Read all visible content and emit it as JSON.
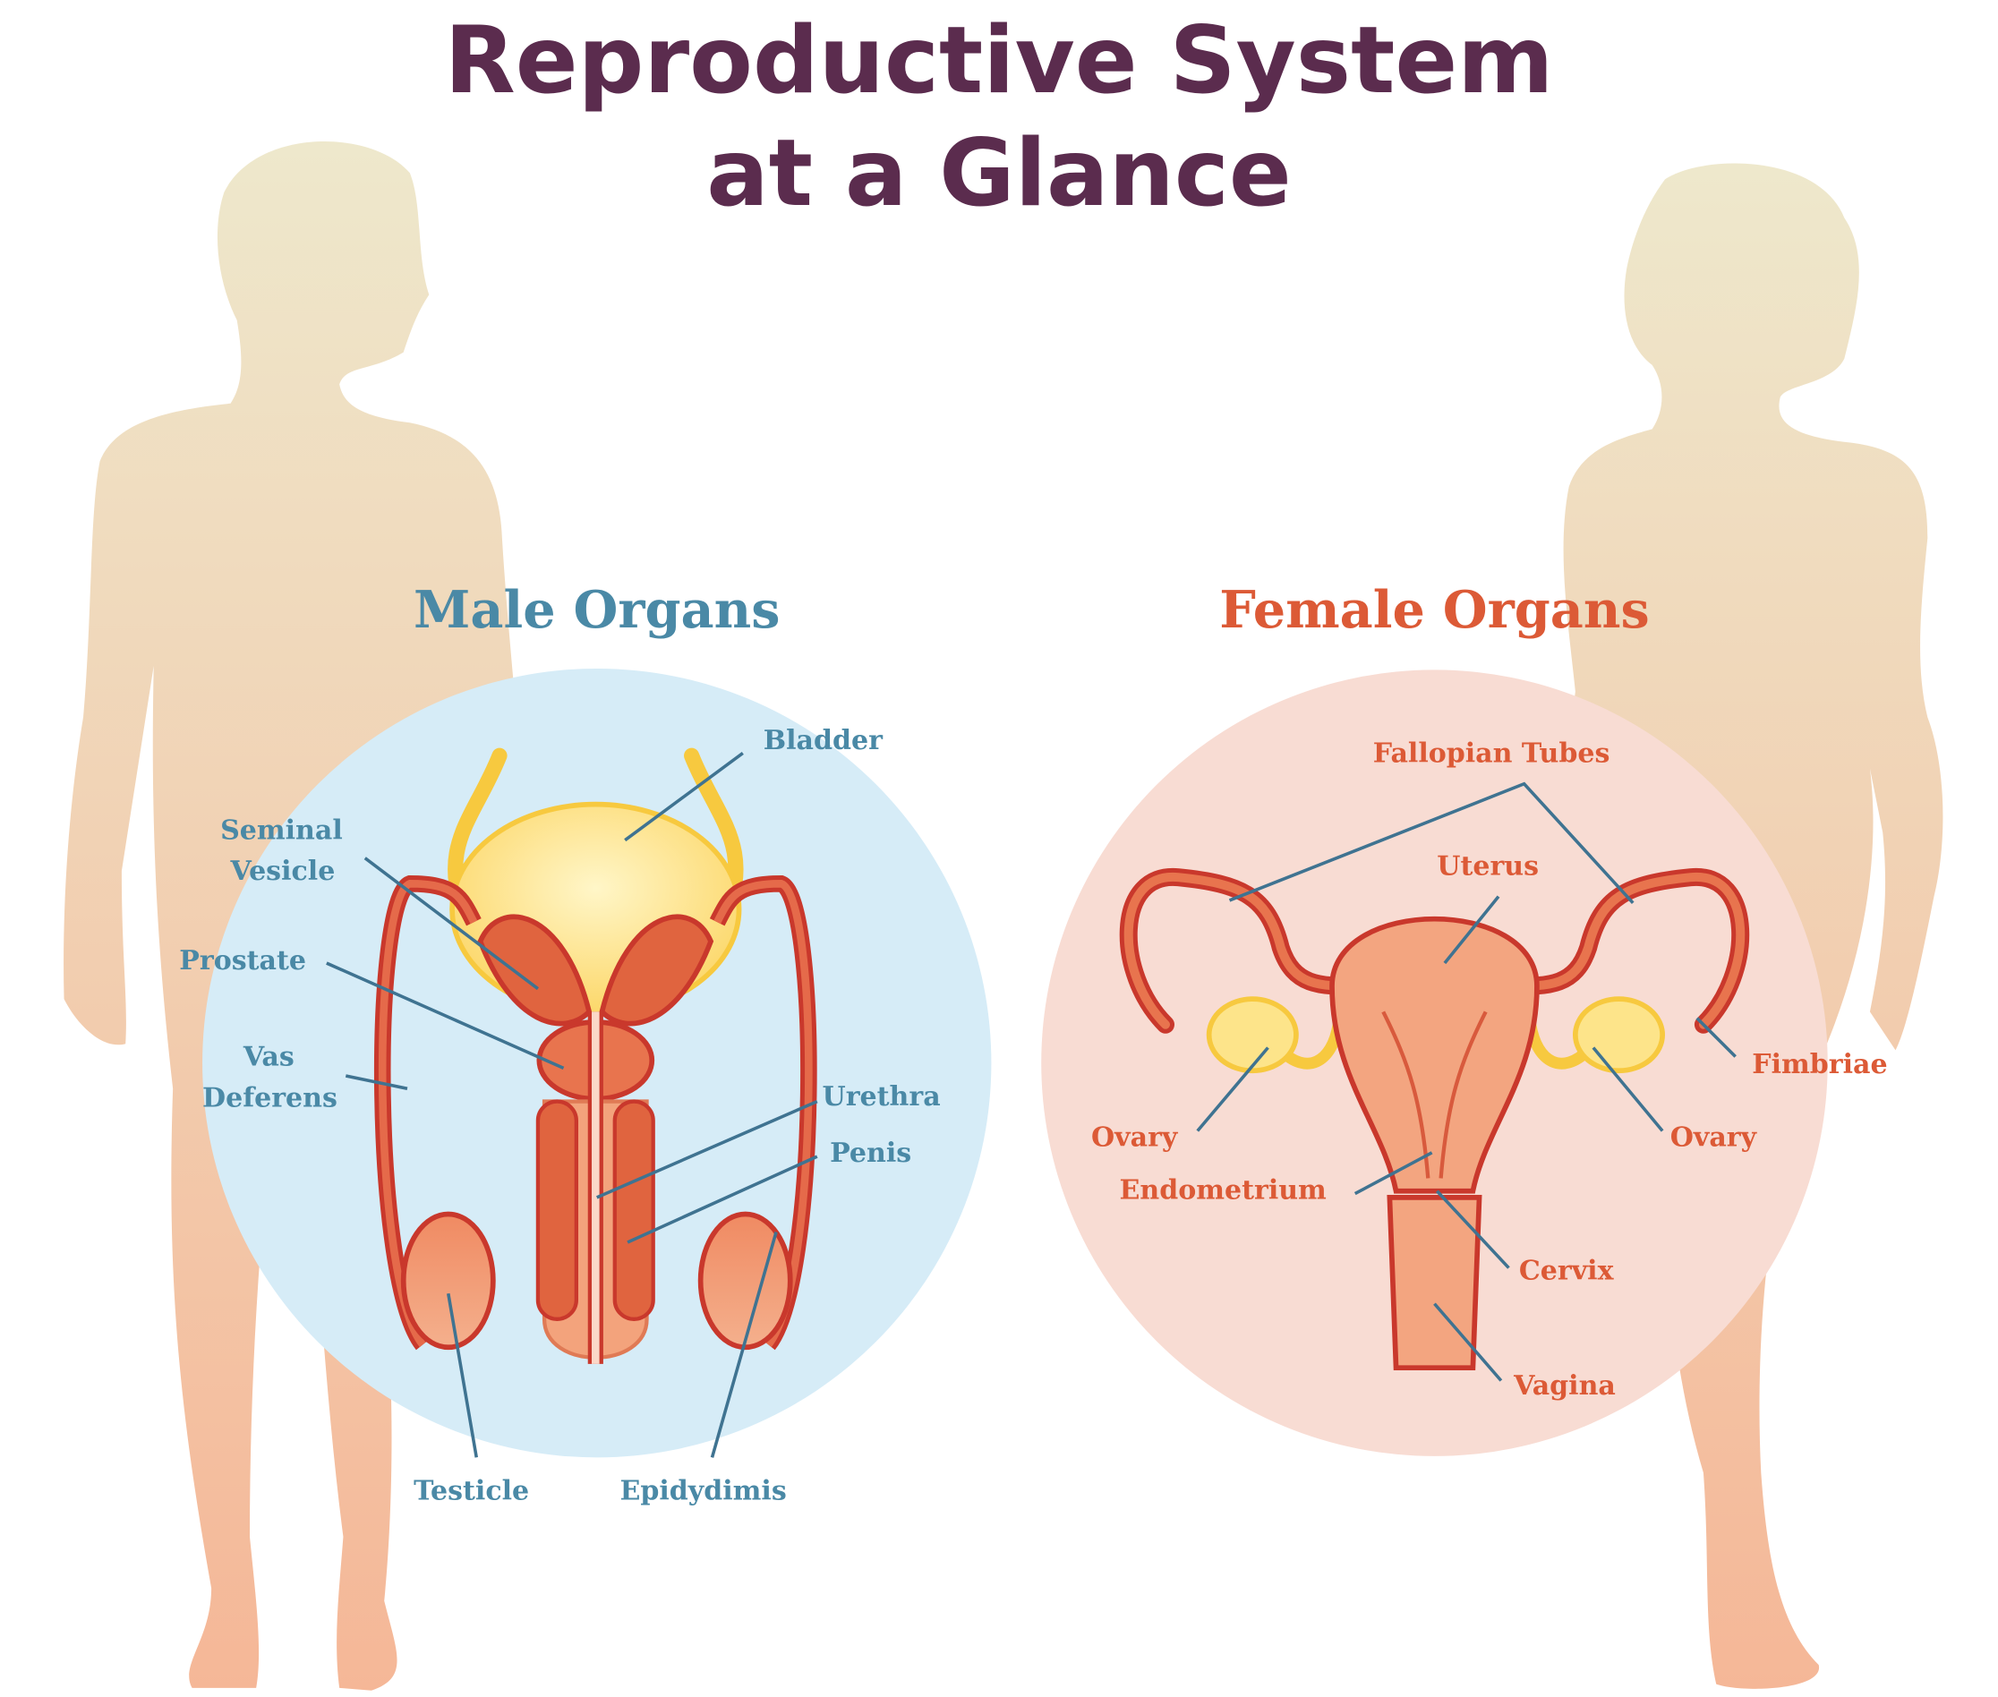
{
  "title": {
    "line1": "Reproductive System",
    "line2": "at a Glance"
  },
  "male": {
    "heading": "Male Organs",
    "labels": {
      "bladder": "Bladder",
      "seminal1": "Seminal",
      "seminal2": "Vesicle",
      "prostate": "Prostate",
      "vas1": "Vas",
      "vas2": "Deferens",
      "urethra": "Urethra",
      "penis": "Penis",
      "testicle": "Testicle",
      "epididymis": "Epidydimis"
    }
  },
  "female": {
    "heading": "Female Organs",
    "labels": {
      "fallopian": "Fallopian Tubes",
      "uterus": "Uterus",
      "fimbriae": "Fimbriae",
      "ovary_left": "Ovary",
      "ovary_right": "Ovary",
      "endometrium": "Endometrium",
      "cervix": "Cervix",
      "vagina": "Vagina"
    }
  },
  "colors": {
    "title": "#5b2c4e",
    "male": "#4a89a6",
    "female": "#dc5a36",
    "male_bg": "#d6ecf7",
    "female_bg": "#f8dcd3"
  }
}
